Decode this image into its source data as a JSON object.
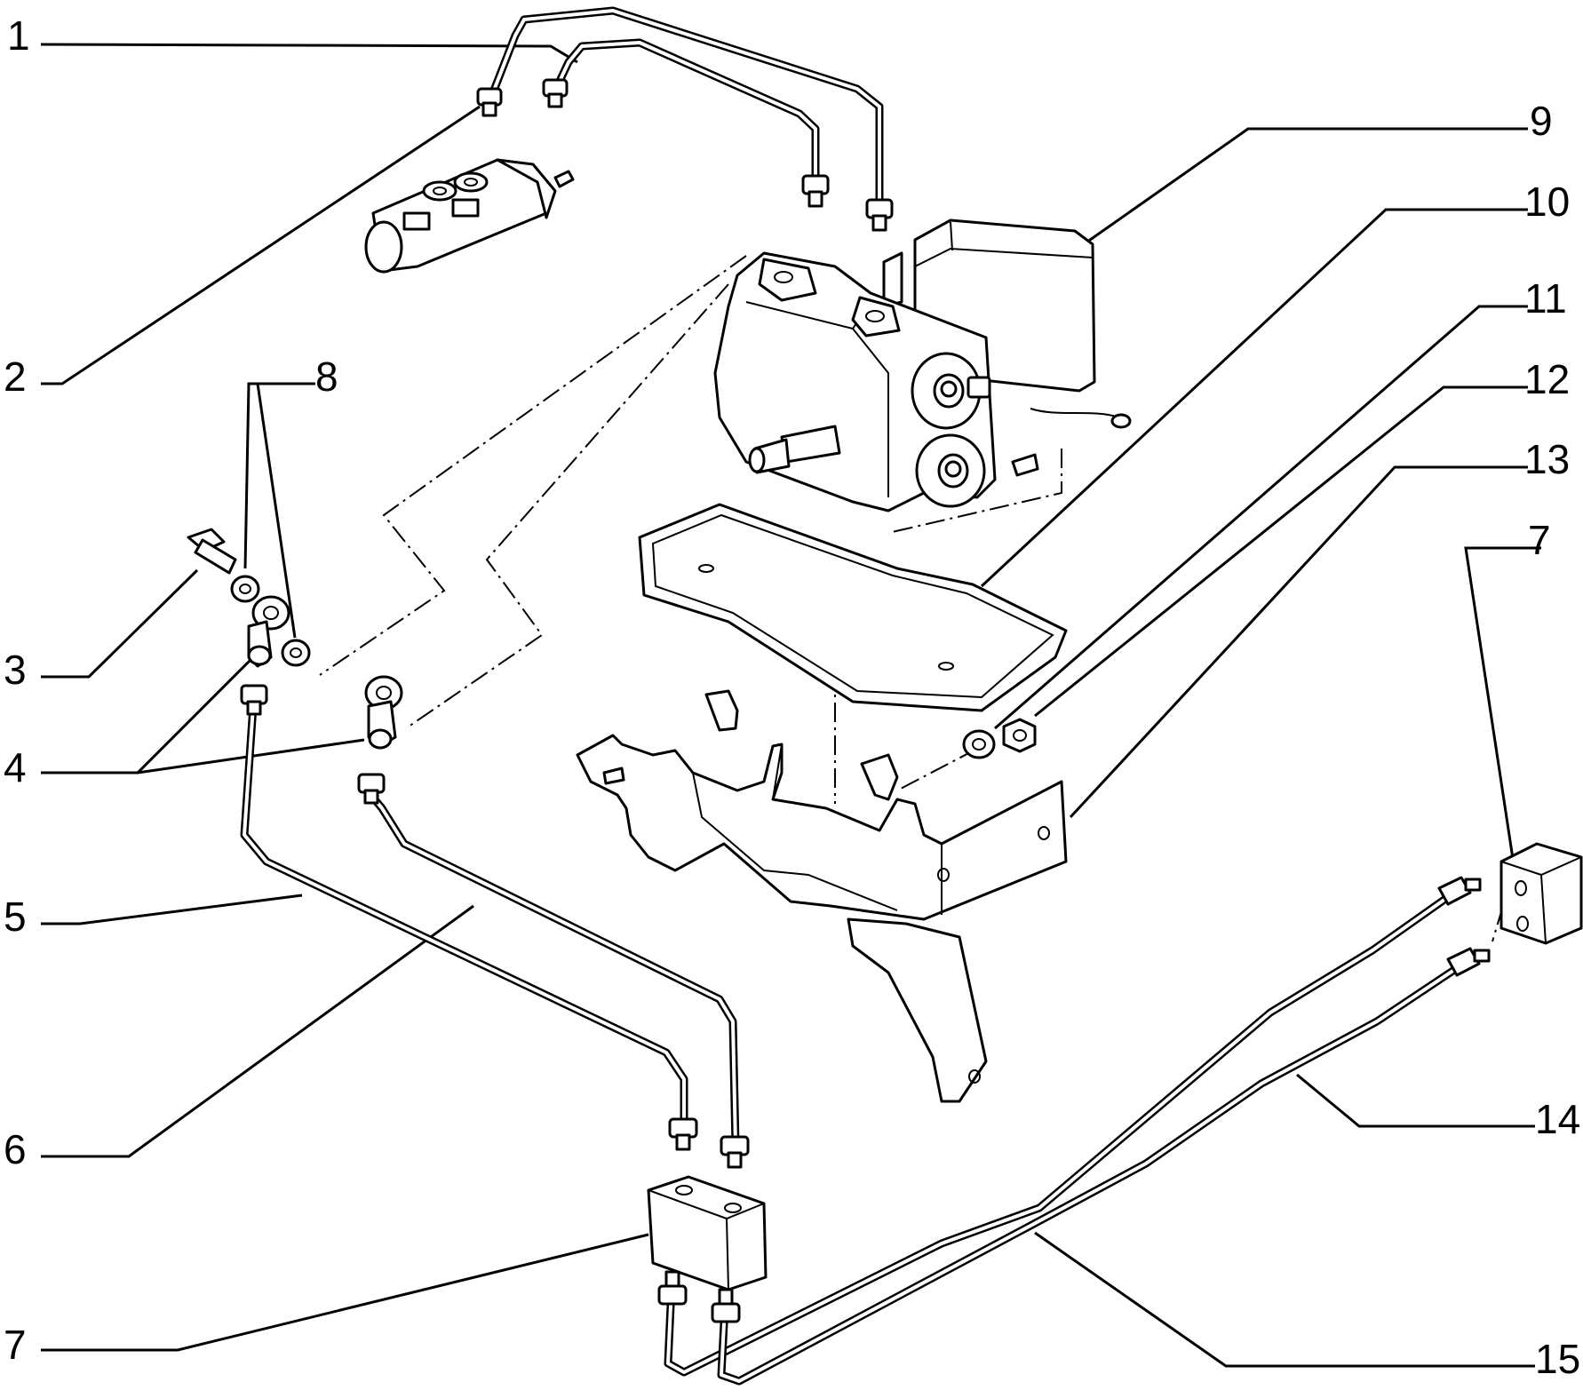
{
  "callouts": {
    "c1": "1",
    "c2": "2",
    "c3": "3",
    "c4": "4",
    "c5": "5",
    "c6": "6",
    "c7_left": "7",
    "c7_right": "7",
    "c8": "8",
    "c9": "9",
    "c10": "10",
    "c11": "11",
    "c12": "12",
    "c13": "13",
    "c14": "14",
    "c15": "15"
  },
  "colors": {
    "line": "#000000",
    "background": "#ffffff"
  }
}
